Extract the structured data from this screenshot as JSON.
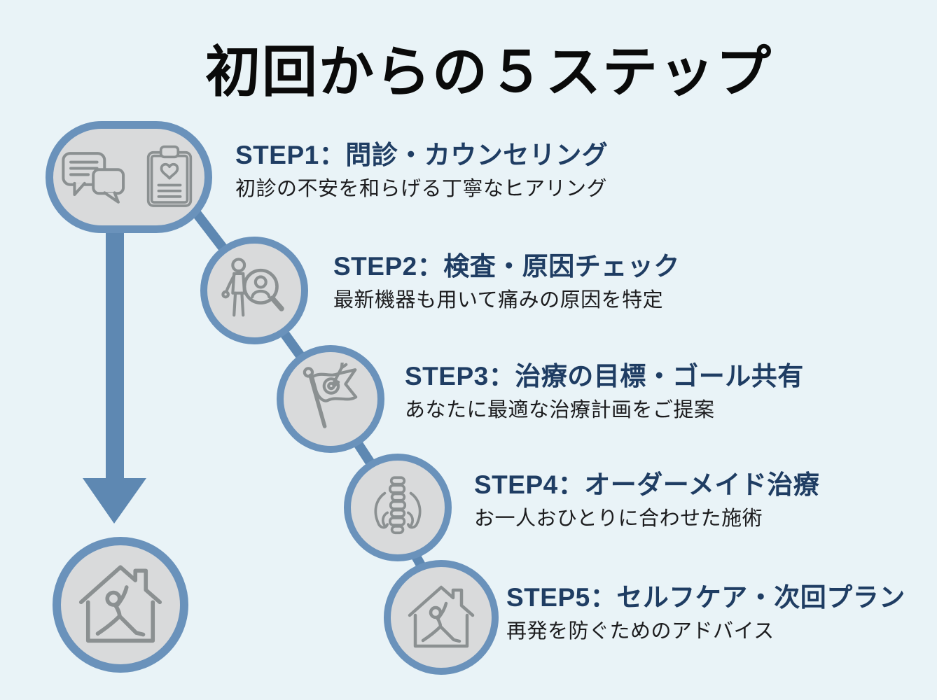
{
  "title": "初回からの５ステップ",
  "colors": {
    "bg": "#e9f3f7",
    "accent": "#6a92bb",
    "accent-dark": "#5e88b2",
    "node-fill": "#d9dadb",
    "icon-stroke": "#8b9091",
    "heading-color": "#1f3d63",
    "desc-color": "#1c1c1e",
    "title-color": "#0a0a0a"
  },
  "steps": [
    {
      "heading": "STEP1：問診・カウンセリング",
      "description": "初診の不安を和らげる丁寧なヒアリング",
      "icon": "chat-bubbles-icon + clipboard-icon"
    },
    {
      "heading": "STEP2：検査・原因チェック",
      "description": "最新機器も用いて痛みの原因を特定",
      "icon": "person-search-icon"
    },
    {
      "heading": "STEP3：治療の目標・ゴール共有",
      "description": "あなたに最適な治療計画をご提案",
      "icon": "goal-flag-target-icon"
    },
    {
      "heading": "STEP4：オーダーメイド治療",
      "description": "お一人おひとりに合わせた施術",
      "icon": "hands-spine-icon"
    },
    {
      "heading": "STEP5：セルフケア・次回プラン",
      "description": "再発を防ぐためのアドバイス",
      "icon": "home-exercise-icon"
    }
  ],
  "home_node": {
    "icon": "home-exercise-icon"
  }
}
